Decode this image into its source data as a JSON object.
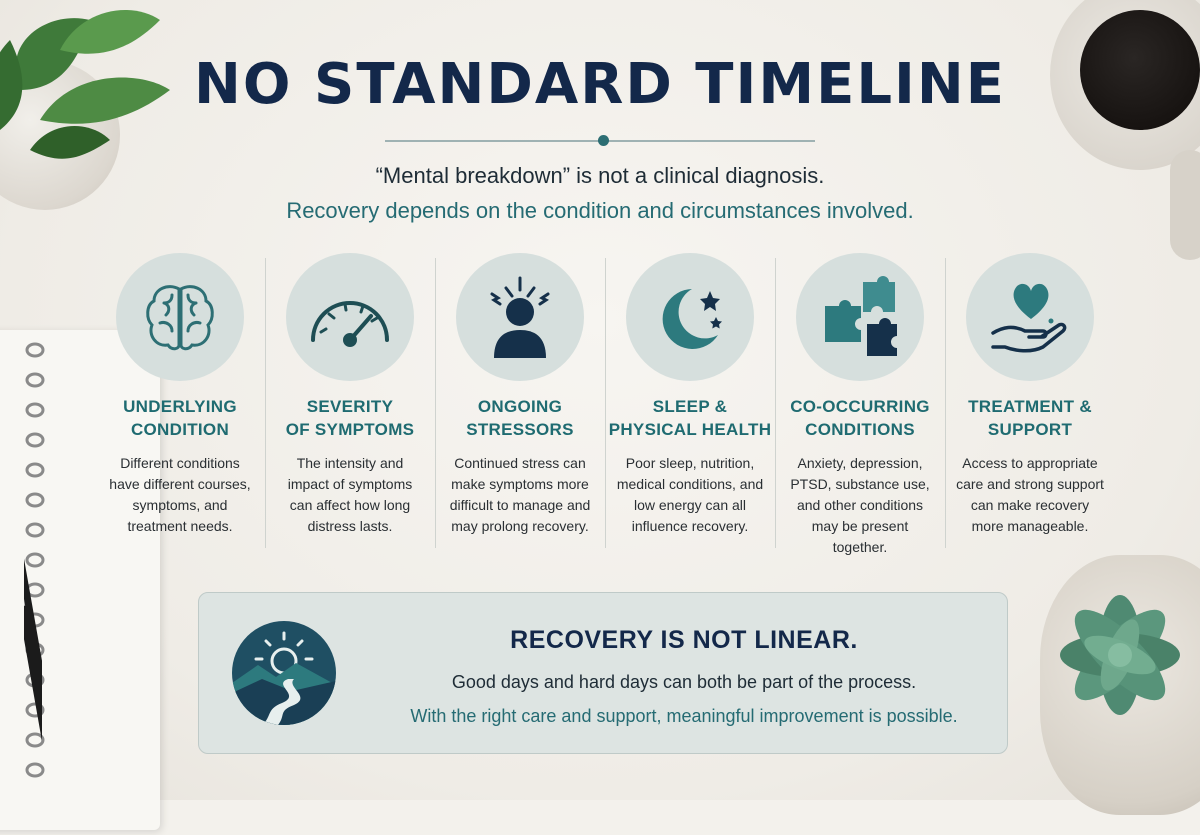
{
  "title": "NO STANDARD TIMELINE",
  "subtitle": {
    "line1": "“Mental breakdown” is not a clinical diagnosis.",
    "line2": "Recovery depends on the condition and circumstances involved."
  },
  "colors": {
    "title": "#13284a",
    "accent": "#256b73",
    "icon_bg": "#d6dfdd",
    "panel_bg": "#dde4e2"
  },
  "factors": [
    {
      "icon": "brain-icon",
      "title": "UNDERLYING\nCONDITION",
      "text": "Different conditions have different courses, symptoms, and treatment needs."
    },
    {
      "icon": "gauge-icon",
      "title": "SEVERITY\nOF SYMPTOMS",
      "text": "The intensity and impact of symptoms can affect how long distress lasts."
    },
    {
      "icon": "stressed-person-icon",
      "title": "ONGOING\nSTRESSORS",
      "text": "Continued stress can make symptoms more difficult to manage and may prolong recovery."
    },
    {
      "icon": "moon-stars-icon",
      "title": "SLEEP &\nPHYSICAL HEALTH",
      "text": "Poor sleep, nutrition, medical conditions, and low energy can all influence recovery."
    },
    {
      "icon": "puzzle-icon",
      "title": "CO-OCCURRING\nCONDITIONS",
      "text": "Anxiety, depression, PTSD, substance use, and other conditions may be present together."
    },
    {
      "icon": "heart-hand-icon",
      "title": "TREATMENT &\nSUPPORT",
      "text": "Access to appropriate care and strong support can make recovery more manageable."
    }
  ],
  "panel": {
    "icon": "winding-path-sunrise-icon",
    "title": "RECOVERY IS NOT LINEAR.",
    "line1": "Good days and hard days can both be part of the process.",
    "line2": "With the right care and support, meaningful improvement is possible."
  }
}
